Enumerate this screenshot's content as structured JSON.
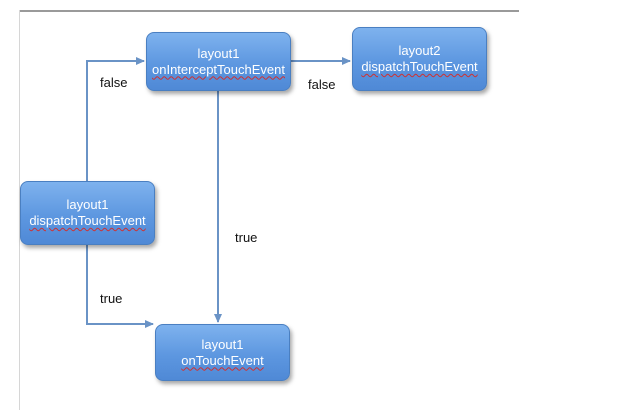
{
  "nodes": {
    "intercept": {
      "line1": "layout1",
      "line2": "onInterceptTouchEvent"
    },
    "dispatch2": {
      "line1": "layout2",
      "line2": "dispatchTouchEvent"
    },
    "dispatch1": {
      "line1": "layout1",
      "line2": "dispatchTouchEvent"
    },
    "ontouch": {
      "line1": "layout1",
      "line2": "onTouchEvent"
    }
  },
  "edges": {
    "dispatch1_to_intercept": "false",
    "intercept_to_dispatch2": "false",
    "intercept_to_ontouch": "true",
    "dispatch1_to_ontouch": "true"
  },
  "colors": {
    "node_fill": "#5d97e0",
    "node_border": "#4a7fc1",
    "connector": "#6a93c6",
    "label_text": "#111111"
  }
}
